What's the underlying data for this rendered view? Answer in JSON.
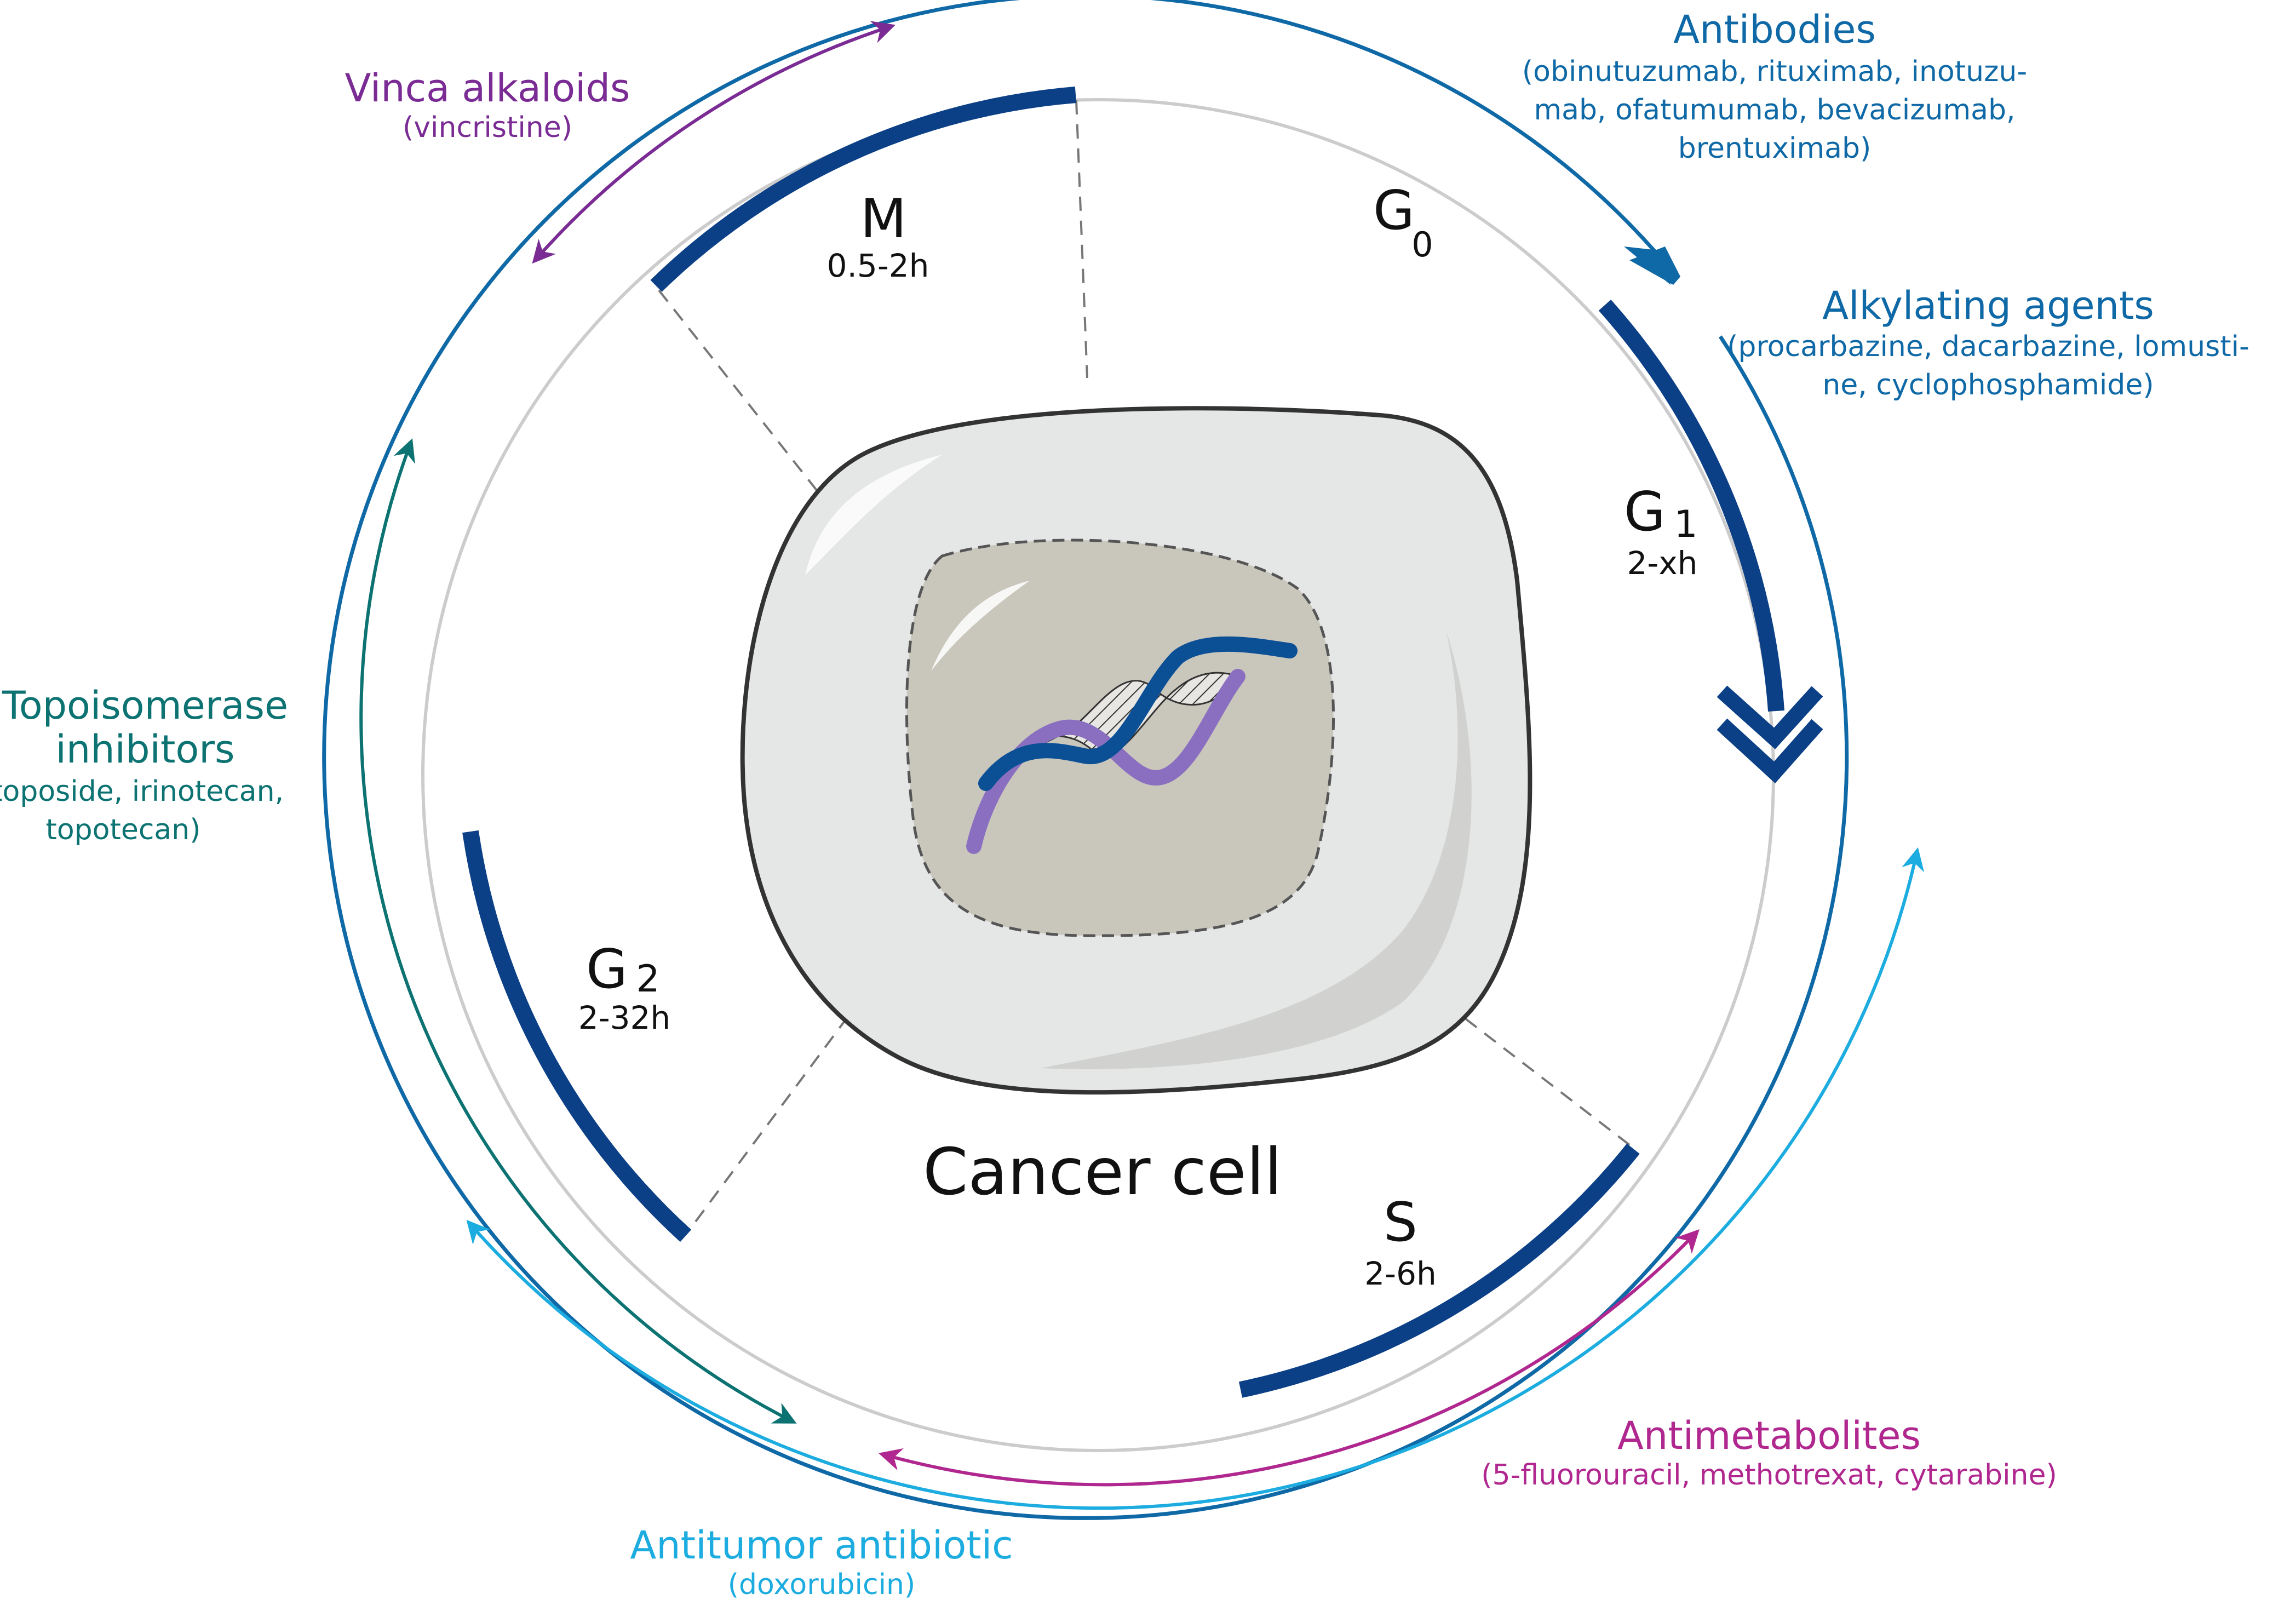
{
  "center_label": "Cancer cell",
  "phases": {
    "M": {
      "name": "M",
      "duration": "0.5-2h"
    },
    "G0": {
      "letter": "G",
      "sub": "0"
    },
    "G1": {
      "letter": "G",
      "sub": "1",
      "duration": "2-xh"
    },
    "S": {
      "name": "S",
      "duration": "2-6h"
    },
    "G2": {
      "letter": "G",
      "sub": "2",
      "duration": "2-32h"
    }
  },
  "drugs": {
    "vinca": {
      "title": "Vinca alkaloids",
      "examples": [
        "(vincristine)"
      ]
    },
    "antibodies": {
      "title": "Antibodies",
      "examples": [
        "(obinutuzumab, rituximab, inotuzu-",
        "mab, ofatumumab, bevacizumab,",
        "brentuximab)"
      ]
    },
    "alkylating": {
      "title": "Alkylating agents",
      "examples": [
        "(procarbazine, dacarbazine, lomusti-",
        "ne, cyclophosphamide)"
      ]
    },
    "topoisomerase": {
      "title": [
        "Topoisomerase",
        "inhibitors"
      ],
      "examples": [
        "(etoposide, irinotecan,",
        "topotecan)"
      ]
    },
    "antimetabolites": {
      "title": "Antimetabolites",
      "examples": [
        "(5-fluorouracil, methotrexat, cytarabine)"
      ]
    },
    "antitumor": {
      "title": "Antitumor antibiotic",
      "examples": [
        "(doxorubicin)"
      ]
    }
  },
  "colors": {
    "phase_arc": "#0b3f86",
    "antibodies": "#0f69a6",
    "vinca": "#7a2b94",
    "topoisomerase": "#0c7272",
    "antitumor": "#1cace0",
    "antimetabolites": "#b0288f",
    "cell_fill": "#e5e7e7",
    "nucleus_fill": "#c9c6bc"
  }
}
